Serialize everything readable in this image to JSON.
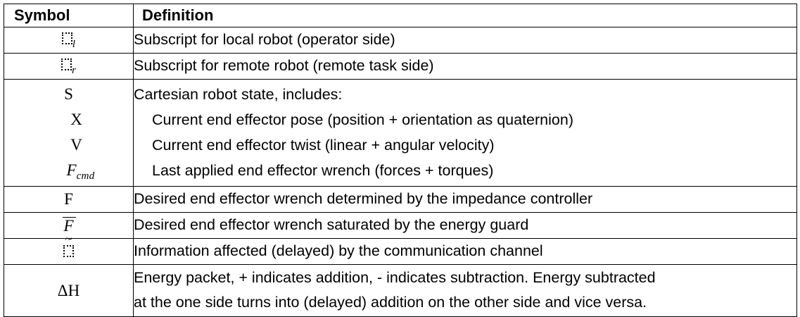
{
  "table": {
    "headers": {
      "symbol": "Symbol",
      "definition": "Definition"
    },
    "rows": [
      {
        "id": "local-subscript",
        "symbol_kind": "dotted-square-subscript",
        "symbol_text": "□",
        "symbol_subscript": "l",
        "definition": "Subscript for local robot (operator side)"
      },
      {
        "id": "remote-subscript",
        "symbol_kind": "dotted-square-subscript",
        "symbol_text": "□",
        "symbol_subscript": "r",
        "definition": "Subscript for remote robot (remote task side)"
      },
      {
        "id": "cartesian-state",
        "symbol_kind": "multi-line",
        "symbol_lines": [
          "S",
          "X",
          "V",
          "F"
        ],
        "symbol_f_subscript": "cmd",
        "definition_lines": [
          "Cartesian robot state, includes:",
          "Current end effector pose (position + orientation as quaternion)",
          "Current end effector twist (linear + angular velocity)",
          "Last applied end effector wrench (forces + torques)"
        ]
      },
      {
        "id": "desired-wrench",
        "symbol_kind": "plain",
        "symbol_text": "F",
        "definition": "Desired end effector wrench determined by the impedance controller"
      },
      {
        "id": "saturated-wrench",
        "symbol_kind": "overbar",
        "symbol_text": "F",
        "definition": "Desired end effector wrench saturated by the energy guard"
      },
      {
        "id": "delayed-information",
        "symbol_kind": "dotted-square-tilde",
        "symbol_text": "□",
        "symbol_accent": "~",
        "definition": "Information affected (delayed) by the communication channel"
      },
      {
        "id": "energy-packet",
        "symbol_kind": "plain",
        "symbol_text": "ΔH",
        "definition_lines": [
          "Energy packet, + indicates addition, - indicates subtraction. Energy subtracted",
          "at the one side turns into (delayed) addition on the other side and vice versa."
        ]
      }
    ]
  },
  "colors": {
    "border": "#000000",
    "text": "#000000",
    "background": "#ffffff"
  }
}
